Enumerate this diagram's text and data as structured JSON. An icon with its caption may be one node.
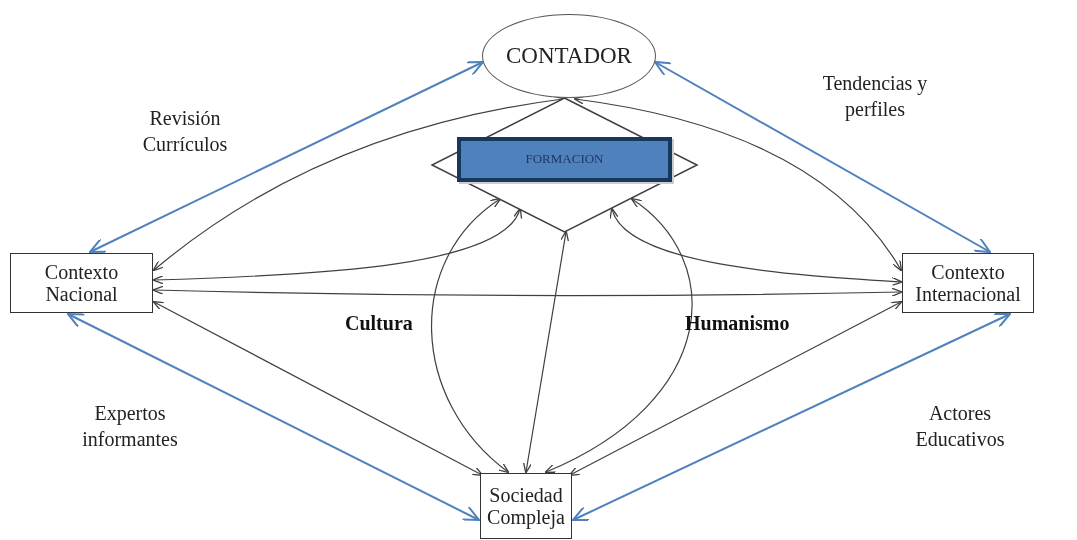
{
  "diagram": {
    "nodes": [
      {
        "text": [
          "CONTADOR"
        ]
      },
      {
        "text": [],
        "shape": "diamond"
      },
      {
        "text": [
          "FORMACION"
        ],
        "in": 1
      },
      {
        "text": [
          "Contexto Nacional"
        ]
      },
      {
        "text": [
          "Contexto Internacional"
        ]
      },
      {
        "text": [
          "Sociedad Compleja"
        ]
      }
    ],
    "edges": [
      {
        "from": 3,
        "to": 0,
        "arrow": "both",
        "label": "Revisión Currículos",
        "color": "#4f81bd"
      },
      {
        "from": 0,
        "to": 4,
        "arrow": "both",
        "label": "Tendencias y perfiles",
        "color": "#4f81bd"
      },
      {
        "from": 3,
        "to": 5,
        "arrow": "both",
        "label": "Expertos informantes",
        "color": "#4f81bd"
      },
      {
        "from": 5,
        "to": 4,
        "arrow": "both",
        "label": "Actores Educativos",
        "color": "#4f81bd"
      },
      {
        "from": 3,
        "to": 0,
        "arrow": "both"
      },
      {
        "from": 4,
        "to": 0,
        "arrow": "both"
      },
      {
        "from": 3,
        "to": 4,
        "arrow": "both"
      },
      {
        "from": 1,
        "to": 3,
        "arrow": "both"
      },
      {
        "from": 1,
        "to": 4,
        "arrow": "both"
      },
      {
        "from": 3,
        "to": 5,
        "arrow": "both"
      },
      {
        "from": 4,
        "to": 5,
        "arrow": "both"
      },
      {
        "from": 1,
        "to": 5,
        "arrow": "both"
      },
      {
        "from": 1,
        "to": 5,
        "arrow": "both"
      },
      {
        "from": 1,
        "to": 5,
        "arrow": "both"
      }
    ],
    "labels": [
      "Cultura",
      "Humanismo"
    ]
  }
}
